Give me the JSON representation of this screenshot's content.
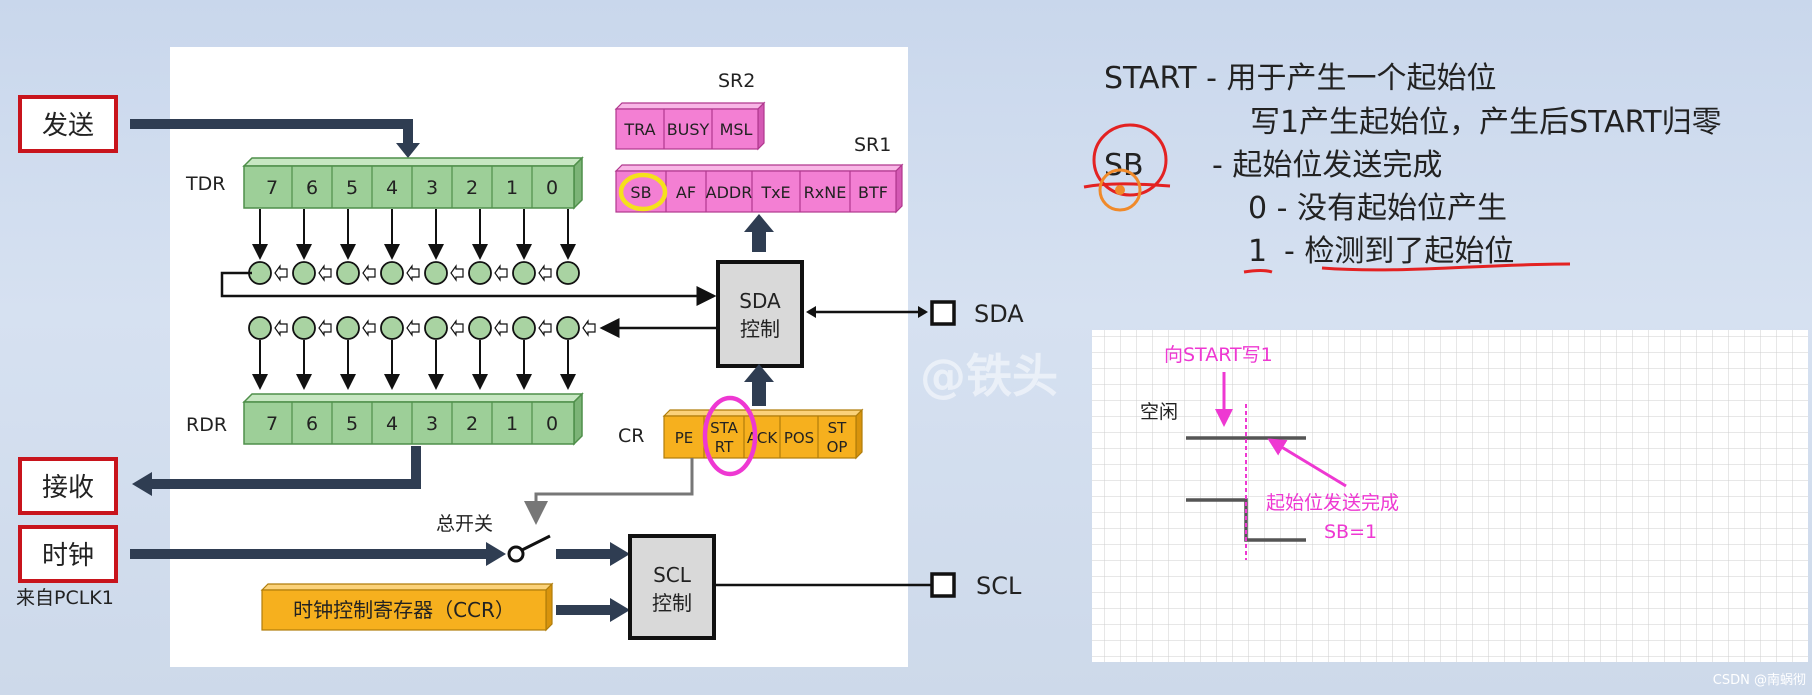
{
  "diagram": {
    "labels": {
      "send": "发送",
      "receive": "接收",
      "clock": "时钟",
      "clock_source": "来自PCLK1",
      "tdr": "TDR",
      "rdr": "RDR",
      "sr2": "SR2",
      "sr1": "SR1",
      "cr": "CR",
      "main_switch": "总开关",
      "ccr": "时钟控制寄存器（CCR）",
      "sda_ctrl_line1": "SDA",
      "sda_ctrl_line2": "控制",
      "scl_ctrl_line1": "SCL",
      "scl_ctrl_line2": "控制",
      "sda_pin": "SDA",
      "scl_pin": "SCL",
      "watermark": "@铁头",
      "credit": "CSDN @南蜗彻"
    },
    "tdr_bits": [
      "7",
      "6",
      "5",
      "4",
      "3",
      "2",
      "1",
      "0"
    ],
    "rdr_bits": [
      "7",
      "6",
      "5",
      "4",
      "3",
      "2",
      "1",
      "0"
    ],
    "sr2_fields": [
      "TRA",
      "BUSY",
      "MSL"
    ],
    "sr1_fields": [
      "SB",
      "AF",
      "ADDR",
      "TxE",
      "RxNE",
      "BTF"
    ],
    "cr_fields": [
      {
        "line1": "PE",
        "line2": ""
      },
      {
        "line1": "STA",
        "line2": "RT"
      },
      {
        "line1": "ACK",
        "line2": ""
      },
      {
        "line1": "POS",
        "line2": ""
      },
      {
        "line1": "ST",
        "line2": "OP"
      }
    ],
    "colors": {
      "register_green": "#9dcf98",
      "register_pink": "#f37fd3",
      "register_orange": "#f6b01e",
      "annotation_yellow": "#f5e11c",
      "annotation_magenta": "#ee38d2",
      "annotation_red": "#e32222",
      "label_box_border": "#c8141c"
    }
  },
  "notes": {
    "start_line": "START - 用于产生一个起始位",
    "start_detail": "写1产生起始位，产生后START归零",
    "sb_name": "SB",
    "sb_desc": "- 起始位发送完成",
    "sb_zero": "0 - 没有起始位产生",
    "sb_one_num": "1",
    "sb_one_text": "- 检测到了起始位"
  },
  "timing": {
    "write_label": "向START写1",
    "idle_label": "空闲",
    "complete_label": "起始位发送完成",
    "sb_label": "SB=1"
  }
}
